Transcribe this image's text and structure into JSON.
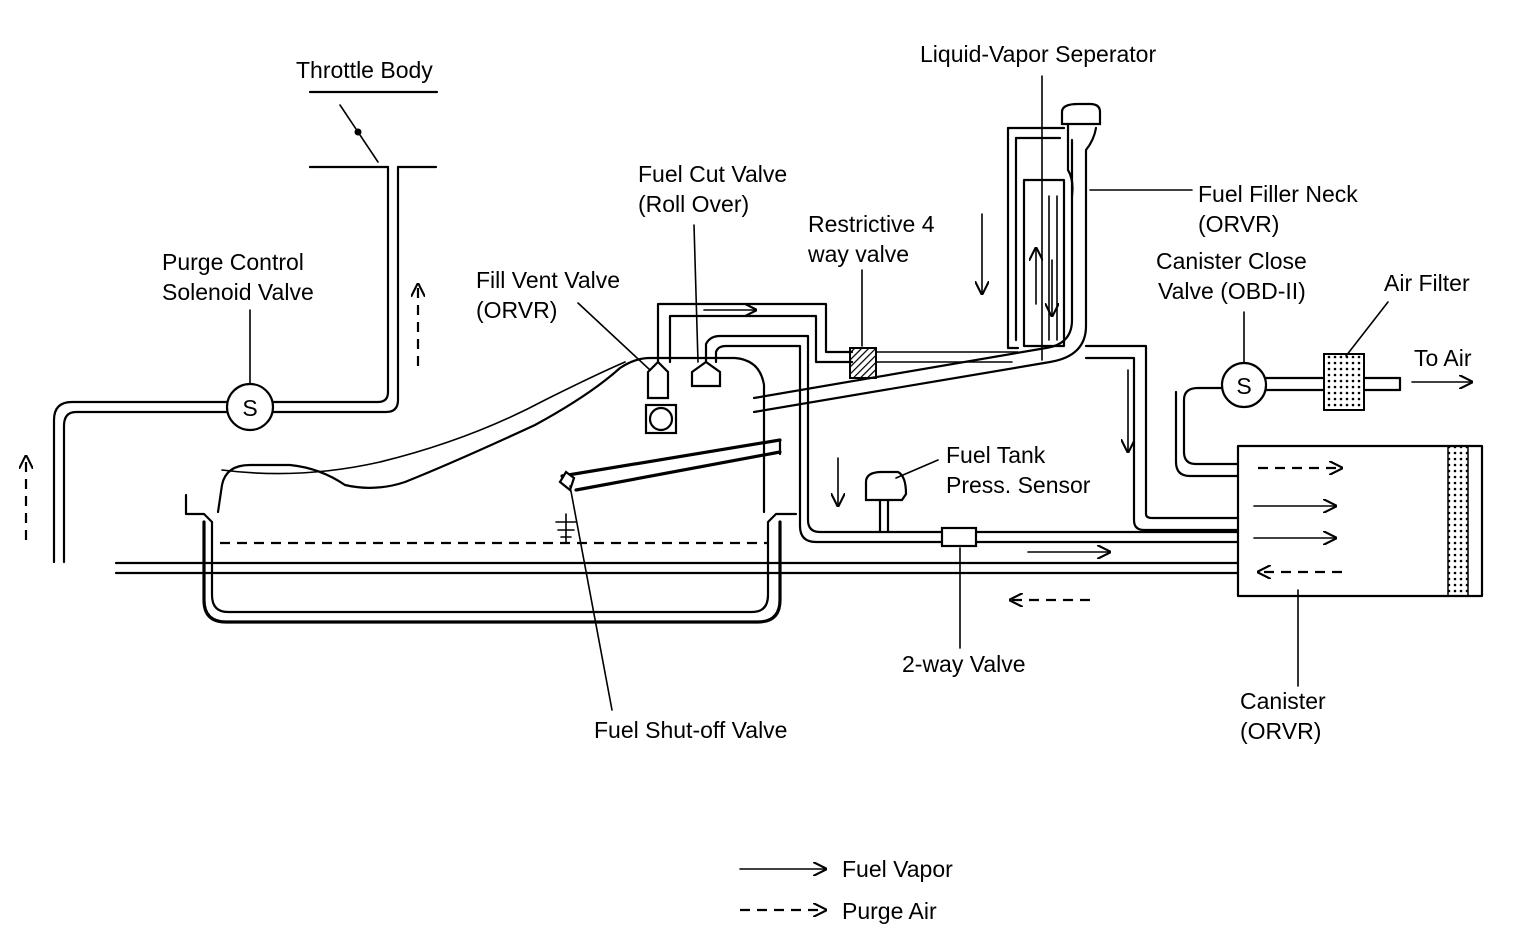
{
  "labels": {
    "throttle_body": "Throttle Body",
    "purge_control_line1": "Purge Control",
    "purge_control_line2": "Solenoid Valve",
    "fuel_cut_line1": "Fuel Cut Valve",
    "fuel_cut_line2": "(Roll Over)",
    "fill_vent_line1": "Fill Vent Valve",
    "fill_vent_line2": "(ORVR)",
    "restrictive_line1": "Restrictive 4",
    "restrictive_line2": "way valve",
    "liquid_vapor": "Liquid-Vapor Seperator",
    "filler_neck_line1": "Fuel Filler Neck",
    "filler_neck_line2": "(ORVR)",
    "canister_close_line1": "Canister Close",
    "canister_close_line2": "Valve (OBD-II)",
    "air_filter": "Air Filter",
    "to_air": "To Air",
    "tank_press_line1": "Fuel Tank",
    "tank_press_line2": "Press. Sensor",
    "two_way_valve": "2-way Valve",
    "fuel_shutoff": "Fuel Shut-off Valve",
    "canister_line1": "Canister",
    "canister_line2": "(ORVR)",
    "solenoid_symbol": "S"
  },
  "legend": {
    "fuel_vapor": "Fuel Vapor",
    "purge_air": "Purge Air"
  }
}
